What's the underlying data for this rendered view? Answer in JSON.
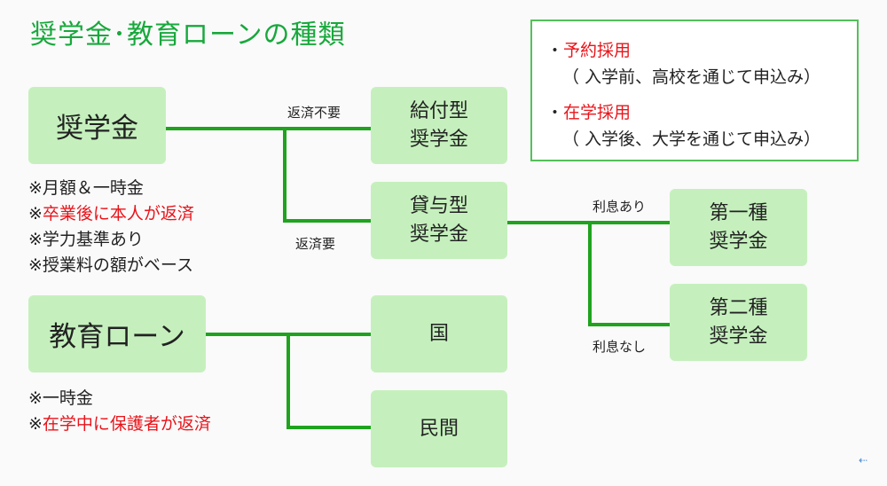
{
  "title": "奨学金･教育ローンの種類",
  "boxes": {
    "scholarship": "奨学金",
    "grant_line1": "給付型",
    "grant_line2": "奨学金",
    "loan_line1": "貸与型",
    "loan_line2": "奨学金",
    "type1_line1": "第一種",
    "type1_line2": "奨学金",
    "type2_line1": "第二種",
    "type2_line2": "奨学金",
    "edu_loan": "教育ローン",
    "national": "国",
    "private": "民間"
  },
  "labels": {
    "no_repay": "返済不要",
    "repay": "返済要",
    "with_interest": "利息あり",
    "no_interest": "利息なし"
  },
  "scholarship_notes": {
    "n1": "※月額＆一時金",
    "n2_prefix": "※",
    "n2_red": "卒業後に本人が返済",
    "n3": "※学力基準あり",
    "n4": "※授業料の額がベース"
  },
  "loan_notes": {
    "n1": "※一時金",
    "n2_prefix": "※",
    "n2_red": "在学中に保護者が返済"
  },
  "info_box": {
    "item1_bullet": "・",
    "item1_red": "予約採用",
    "item1_sub": "（ 入学前、高校を通じて申込み）",
    "item2_bullet": "・",
    "item2_red": "在学採用",
    "item2_sub": "（ 入学後、大学を通じて申込み）"
  },
  "corner_icon": "back-arrow-icon",
  "colors": {
    "title": "#18a83c",
    "box_fill": "#c5f0bd",
    "line": "#1fa31f",
    "highlight_red": "#e8141a",
    "info_border": "#54c05a"
  }
}
